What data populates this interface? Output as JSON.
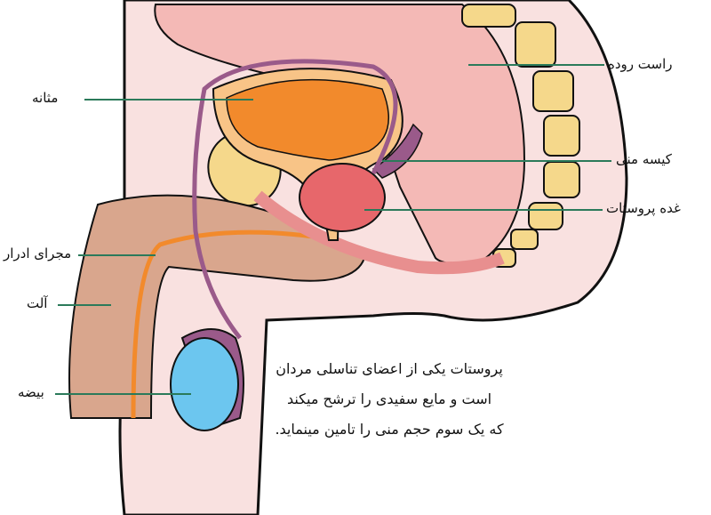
{
  "labels": {
    "rectum": "راست روده",
    "bladder": "مثانه",
    "seminal_vesicle": "کیسه منی",
    "prostate": "غده پروستات",
    "urethra": "مجرای ادرار",
    "penis": "آلت",
    "testis": "بیضه"
  },
  "description": {
    "line1": "پروستات یکی از اعضای تناسلی مردان",
    "line2": "است و مایع سفیدی را ترشح میکند",
    "line3": "که یک سوم حجم منی را تامین مینماید."
  },
  "colors": {
    "skin": "#f9e1e0",
    "rectum": "#f4b9b6",
    "bladder": "#f28a2c",
    "bladder_wall": "#f8c487",
    "prostate": "#e7676b",
    "bone": "#f5d88b",
    "testis": "#6cc6ef",
    "penis": "#d9a68d",
    "vas_deferens": "#9a5a8a",
    "leader_line": "#2b7a5a"
  }
}
